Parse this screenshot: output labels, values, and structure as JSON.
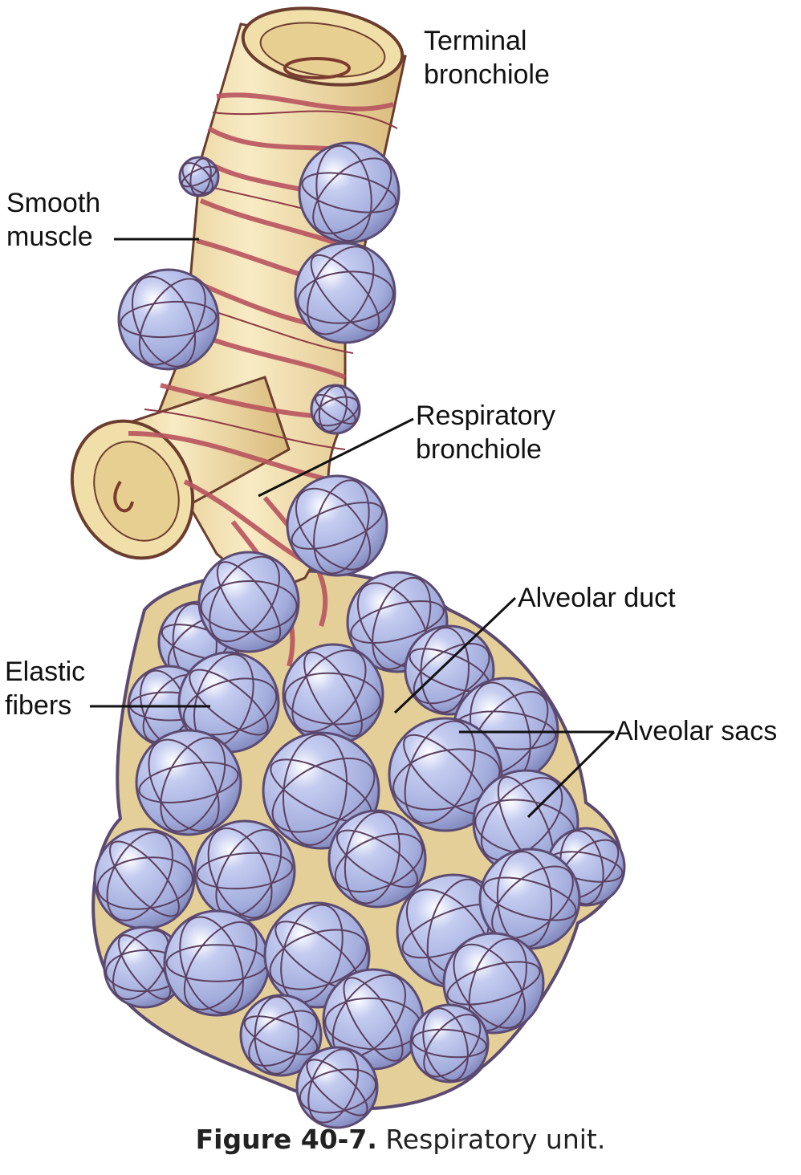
{
  "labels": {
    "terminal_bronchiole": [
      "Terminal",
      "bronchiole"
    ],
    "smooth_muscle": [
      "Smooth",
      "muscle"
    ],
    "respiratory_bronchiole": [
      "Respiratory",
      "bronchiole"
    ],
    "alveolar_duct": [
      "Alveolar duct"
    ],
    "elastic_fibers": [
      "Elastic",
      "fibers"
    ],
    "alveolar_sacs": [
      "Alveolar sacs"
    ]
  },
  "caption": {
    "number": "Figure 40-7.",
    "text": "Respiratory unit."
  },
  "colors": {
    "tube": "#f1dfaa",
    "muscle": "#b8545e",
    "alveolus": "#a9b3e2",
    "alveolus_outline": "#5b4a72",
    "background_mass": "#8e8fc6"
  }
}
